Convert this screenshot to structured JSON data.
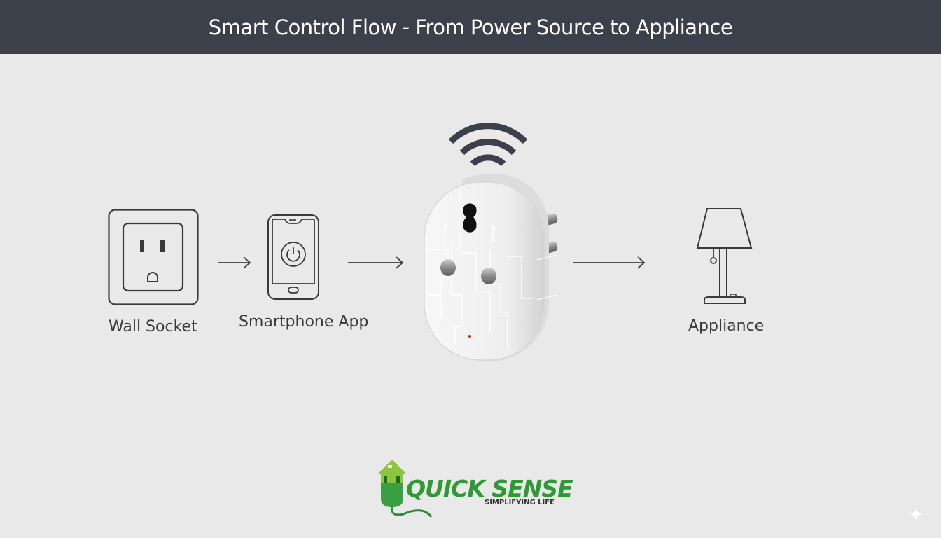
{
  "header": {
    "title": "Smart Control Flow - From Power Source to Appliance"
  },
  "flow": {
    "steps": [
      {
        "label": "Wall Socket",
        "icon": "wall-socket-icon"
      },
      {
        "label": "Smartphone App",
        "icon": "smartphone-power-icon"
      },
      {
        "label": "",
        "icon": "smart-plug-wifi-icon"
      },
      {
        "label": "Appliance",
        "icon": "table-lamp-icon"
      }
    ],
    "connectors": [
      "arrow-right",
      "arrow-right",
      "arrow-right"
    ]
  },
  "logo": {
    "brand": "QUICK SENSE",
    "tagline": "SIMPLIFYING LIFE",
    "color": "#2f9a34"
  },
  "colors": {
    "header_bg": "#3c404a",
    "background": "#e9e9e9",
    "stroke": "#3a3a3a",
    "indicator": "#cc1111"
  }
}
